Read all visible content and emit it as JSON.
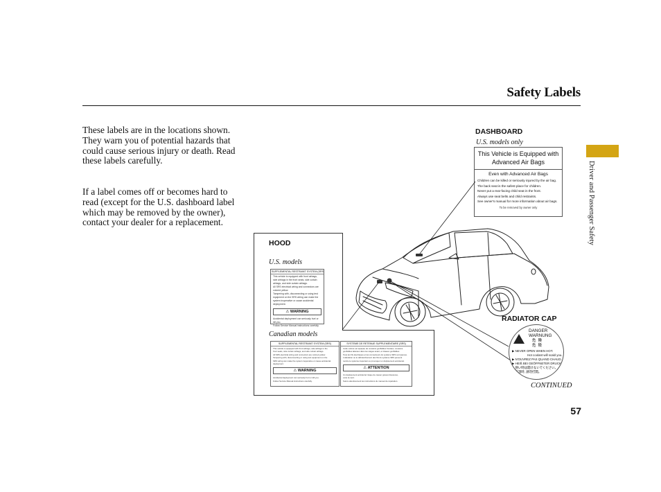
{
  "header": {
    "title": "Safety Labels"
  },
  "side_tab": {
    "text": "Driver and Passenger Safety",
    "color": "#d4a514"
  },
  "body": {
    "paragraph1": "These labels are in the locations shown. They warn you of potential hazards that could cause serious injury or death. Read these labels carefully.",
    "paragraph2": "If a label comes off or becomes hard to read (except for the U.S. dashboard label which may be removed by the owner), contact your dealer for a replacement."
  },
  "dashboard": {
    "heading": "DASHBOARD",
    "subheading": "U.S. models only",
    "label_title": "This Vehicle is Equipped with Advanced Air Bags",
    "label_subtitle": "Even with Advanced Air Bags",
    "label_lines": [
      "Children can be killed or seriously injured by the air bag.",
      "The back seat is the safest place for children.",
      "Never put a rear-facing child seat in the front.",
      "Always use seat belts and child restraints.",
      "See owner's manual for more information about air bags."
    ],
    "label_footer": "To be removed by owner only"
  },
  "hood": {
    "heading": "HOOD",
    "us_subheading": "U.S. models",
    "canadian_subheading": "Canadian models",
    "us_label": {
      "title": "SUPPLEMENTAL RESTRAINT SYSTEM (SRS)",
      "lines": [
        "This vehicle is equipped with front airbags,",
        "side airbags in the front seats, side curtain",
        "airbags, and side curtain airbags.",
        "All SRS electrical wiring and connectors are",
        "colored yellow.",
        "Tampering with, disconnecting or using test",
        "equipment on the SRS wiring can make the",
        "system inoperative or cause accidental",
        "deployment."
      ],
      "warning": "⚠ WARNING",
      "warning_lines": [
        "Accidental deployment can seriously hurt or",
        "kill you.",
        "Follow Service Manual instructions carefully."
      ]
    },
    "canada_label_en": {
      "title": "SUPPLEMENTAL RESTRAINT SYSTEM (SRS)",
      "lines": [
        "This vehicle is equipped with front airbags, side airbags in the",
        "front seats, side curtain airbags, and side curtain airbags.",
        "All SRS electrical wiring and connectors are colored yellow.",
        "Tampering with, disconnecting or using test equipment on the",
        "SRS wiring can make the system inoperative or cause accidental",
        "deployment."
      ],
      "warning": "⚠ WARNING",
      "warning_lines": [
        "Accidental deployment can seriously hurt or kill you.",
        "Follow Service Manual instructions carefully."
      ]
    },
    "canada_label_fr": {
      "title": "SYSTEME DE RETENUE SUPPLEMENTAIRE (SRS)",
      "lines": [
        "Cette voiture est équipée de coussins gonflables frontaux, coussins",
        "gonflables latéraux dans les sièges avant, et rideaux gonflables.",
        "Tous les fils électriques et les connecteurs du système SRS sont jaunes.",
        "L'altération ou le débranchement des fils du système SRS peuvent",
        "rendre le système inopérant ou provoquer un déploiement accidentel."
      ],
      "warning": "⚠ ATTENTION",
      "warning_lines": [
        "Un déploiement accidentel risque de causer graves blessures,",
        "voire la mort.",
        "Suivre attentivement les instructions du manuel de réparation."
      ]
    }
  },
  "radiator": {
    "heading": "RADIATOR CAP",
    "danger": "DANGER",
    "warnung": "WARNUNG",
    "cjk_1": "危険",
    "cjk_2": "危險",
    "lines": [
      "▶ NEVER OPEN WHEN HOT.",
      "Hot coolant will scald you.",
      "▶ N'OUVREZ PAS QUAND CHAUD.",
      "▶ HEIß BEI GEÖFFNETER DRUCK.",
      "▶ 熱い時は開けないでください。",
      "▶ 高溫時, 請勿打開。"
    ]
  },
  "footer": {
    "continued": "CONTINUED",
    "page_number": "57"
  }
}
